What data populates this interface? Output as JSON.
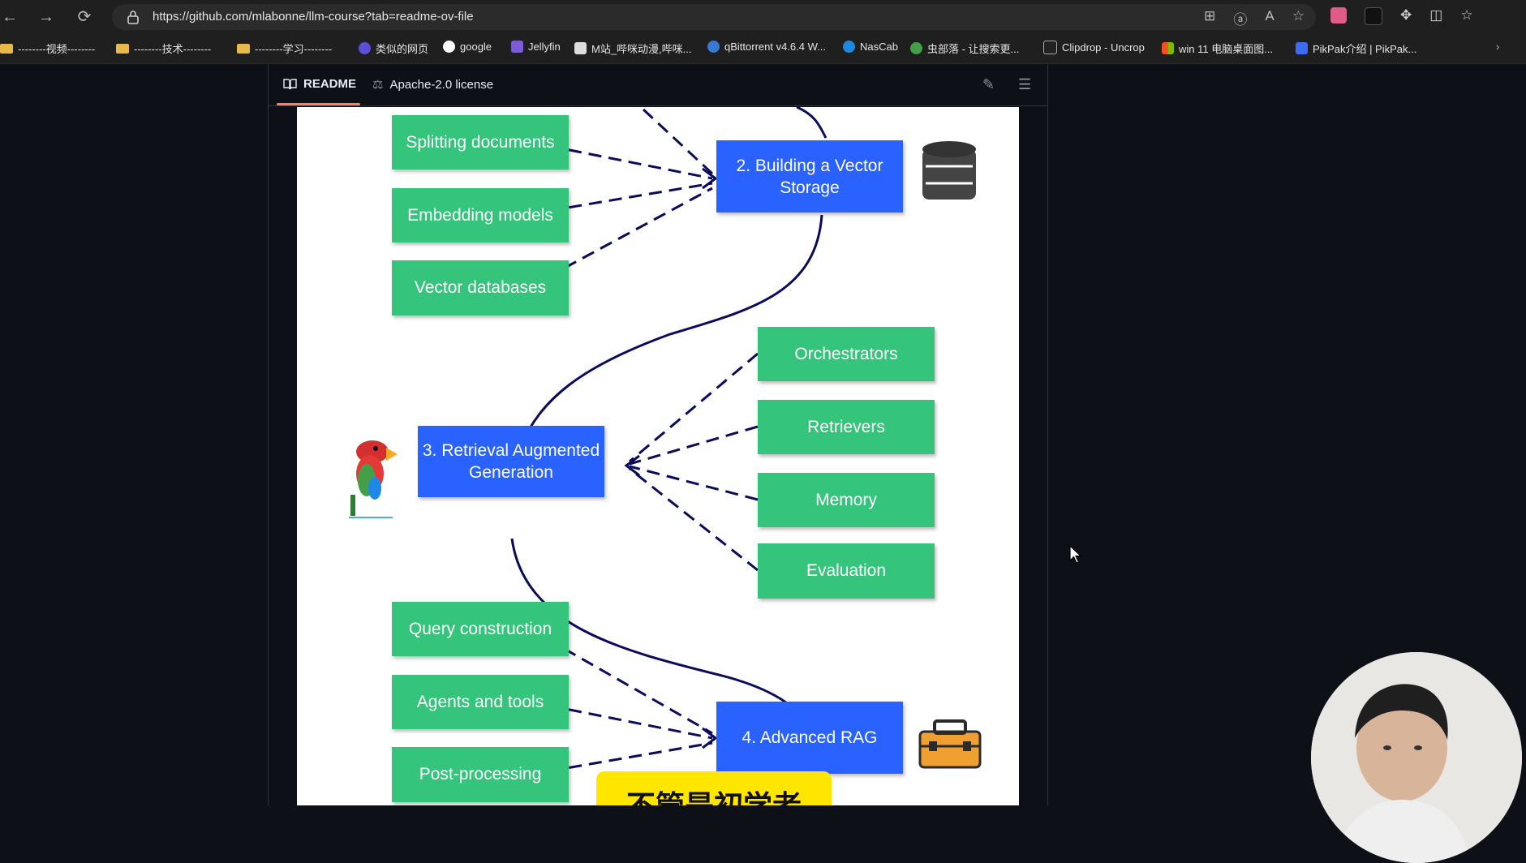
{
  "browser": {
    "url": "https://github.com/mlabonne/llm-course?tab=readme-ov-file",
    "bookmarks": [
      "--------视频--------",
      "--------技术--------",
      "--------学习--------",
      "类似的网页",
      "google",
      "Jellyfin",
      "M站_哔咪动漫,哔咪...",
      "qBittorrent v4.6.4 W...",
      "NasCab",
      "虫部落 - 让搜索更...",
      "Clipdrop - Uncrop",
      "win 11 电脑桌面图...",
      "PikPak介绍 | PikPak..."
    ]
  },
  "readme": {
    "tabs": {
      "readme": "README",
      "license": "Apache-2.0 license"
    }
  },
  "diagram": {
    "stages": {
      "vector": "2. Building a Vector Storage",
      "rag": "3. Retrieval Augmented Generation",
      "advanced": "4. Advanced RAG"
    },
    "vector_inputs": [
      "Splitting documents",
      "Embedding models",
      "Vector databases"
    ],
    "rag_inputs": [
      "Orchestrators",
      "Retrievers",
      "Memory",
      "Evaluation"
    ],
    "advanced_inputs": [
      "Query construction",
      "Agents and tools",
      "Post-processing"
    ],
    "icons": [
      "database-icon",
      "parrot-icon",
      "toolbox-icon"
    ]
  },
  "subtitle": "不管是初学者",
  "colors": {
    "green": "#34c47c",
    "blue": "#2962ff",
    "accent": "#f78166"
  }
}
